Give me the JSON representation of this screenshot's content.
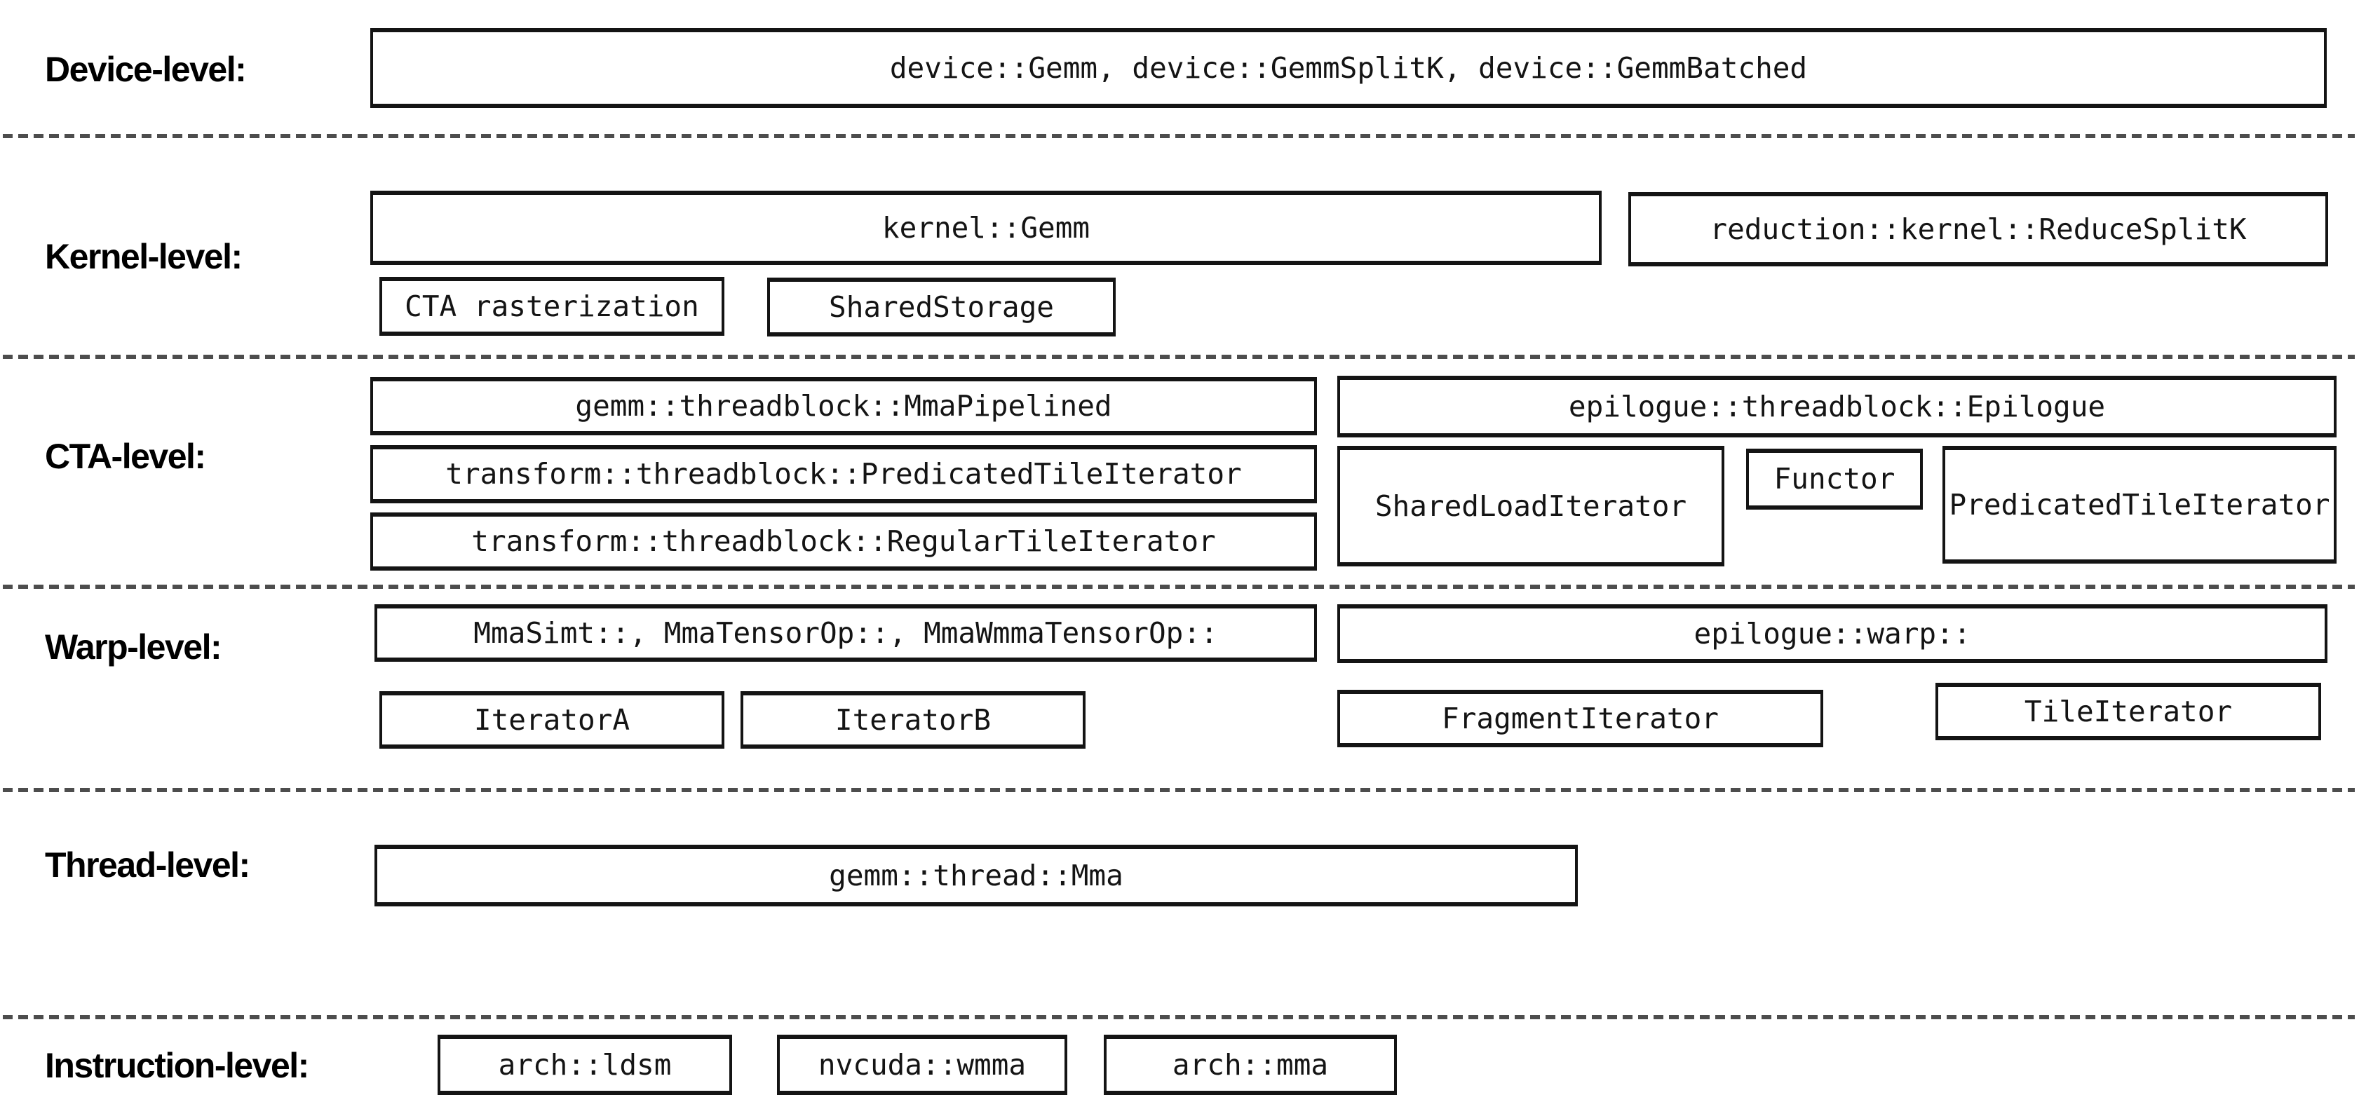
{
  "rows": {
    "device": {
      "label": "Device-level:",
      "gemm_box": "device::Gemm, device::GemmSplitK, device::GemmBatched"
    },
    "kernel": {
      "label": "Kernel-level:",
      "gemm": "kernel::Gemm",
      "reduce_splitk": "reduction::kernel::ReduceSplitK",
      "cta_rasterization": "CTA rasterization",
      "shared_storage": "SharedStorage"
    },
    "cta": {
      "label": "CTA-level:",
      "mma_pipelined": "gemm::threadblock::MmaPipelined",
      "predicated_tile_iterator": "transform::threadblock::PredicatedTileIterator",
      "regular_tile_iterator": "transform::threadblock::RegularTileIterator",
      "epilogue": "epilogue::threadblock::Epilogue",
      "shared_load_iterator": "SharedLoadIterator",
      "functor": "Functor",
      "epilogue_predicated_tile_iterator": "PredicatedTileIterator"
    },
    "warp": {
      "label": "Warp-level:",
      "mma_ops": "MmaSimt::, MmaTensorOp::, MmaWmmaTensorOp::",
      "epilogue_warp": "epilogue::warp::",
      "iterator_a": "IteratorA",
      "iterator_b": "IteratorB",
      "fragment_iterator": "FragmentIterator",
      "tile_iterator": "TileIterator"
    },
    "thread": {
      "label": "Thread-level:",
      "mma": "gemm::thread::Mma"
    },
    "instruction": {
      "label": "Instruction-level:",
      "arch_ldsm": "arch::ldsm",
      "nvcuda_wmma": "nvcuda::wmma",
      "arch_mma": "arch::mma"
    }
  },
  "colors": {
    "background": "#ffffff",
    "box_border": "#141414",
    "text": "#141414",
    "separator_dash": "#4d4d4d"
  }
}
